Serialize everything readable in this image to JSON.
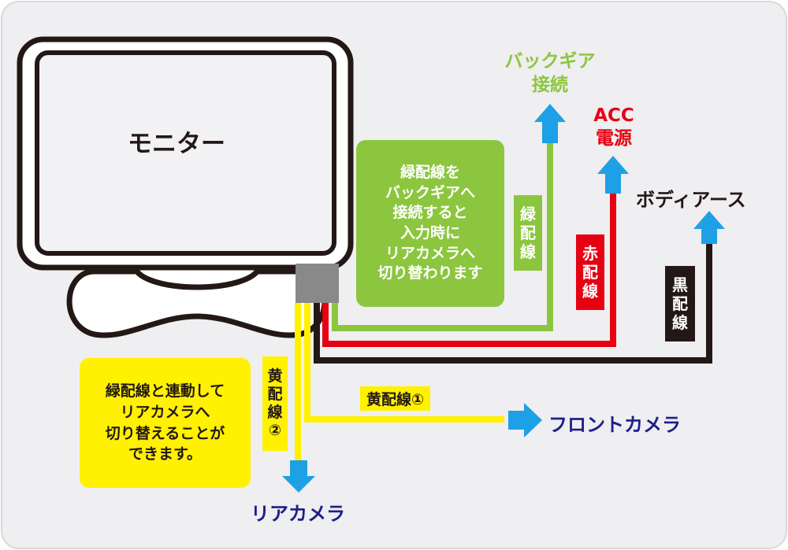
{
  "colors": {
    "background": "#efeef0",
    "green": "#8cc63f",
    "red": "#e60012",
    "black": "#231815",
    "yellow": "#fff100",
    "blue_arrow": "#1ea0e6",
    "navy_text": "#1d2088",
    "monitor_screen": "#f2f1f3",
    "connector": "#898989"
  },
  "monitor": {
    "title": "モニター"
  },
  "green_note": {
    "text": "緑配線を\nバックギアへ\n接続すると\n入力時に\nリアカメラへ\n切り替わります"
  },
  "yellow_note": {
    "text": "緑配線と連動して\nリアカメラへ\n切り替えることが\nできます。"
  },
  "wires": {
    "green": {
      "label": [
        "緑",
        "配",
        "線"
      ]
    },
    "red": {
      "label": [
        "赤",
        "配",
        "線"
      ]
    },
    "black": {
      "label": [
        "黒",
        "配",
        "線"
      ]
    },
    "yellow1": {
      "label": "黄配線①"
    },
    "yellow2": {
      "label": [
        "黄",
        "配",
        "線",
        "②"
      ]
    }
  },
  "destinations": {
    "back_gear": {
      "line1": "バックギア",
      "line2": "接続"
    },
    "acc": {
      "line1": "ACC",
      "line2": "電源"
    },
    "body_earth": {
      "label": "ボディアース"
    },
    "front_camera": {
      "label": "フロントカメラ"
    },
    "rear_camera": {
      "label": "リアカメラ"
    }
  },
  "icons": {
    "up_arrow": "arrow-up-icon",
    "right_arrow": "arrow-right-icon",
    "down_arrow": "arrow-down-icon"
  }
}
